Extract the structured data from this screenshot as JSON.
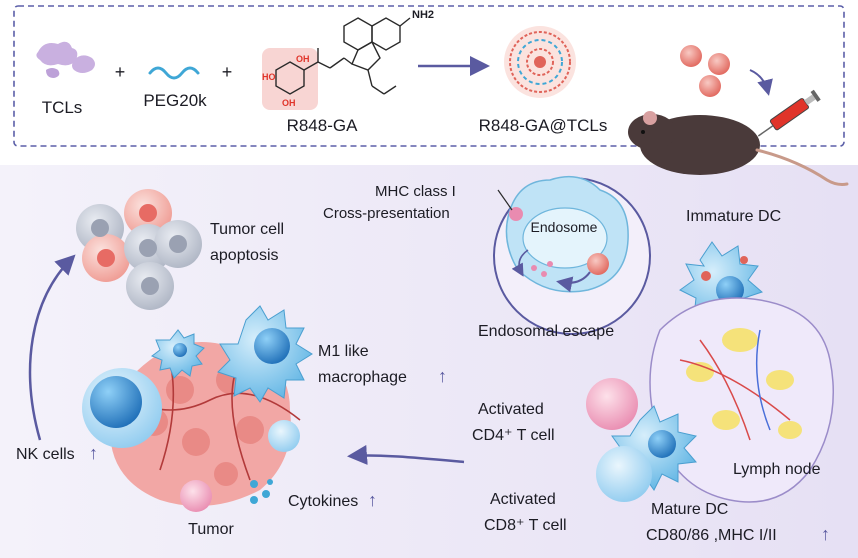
{
  "top_panel": {
    "tcls": "TCLs",
    "plus": "+",
    "peg": "PEG20k",
    "r848ga": "R848-GA",
    "product": "R848-GA@TCLs",
    "nh2": "NH2",
    "oh": "OH",
    "ho": "HO"
  },
  "labels": {
    "mhc_class": "MHC class I",
    "cross_presentation": "Cross-presentation",
    "endosome": "Endosome",
    "endosomal_escape": "Endosomal escape",
    "immature_dc": "Immature DC",
    "tumor_apoptosis_1": "Tumor cell",
    "tumor_apoptosis_2": "apoptosis",
    "m1_1": "M1 like",
    "m1_2": "macrophage",
    "activated_cd4_1": "Activated",
    "activated_cd4_2": "CD4⁺ T cell",
    "nk_cells": "NK cells",
    "cytokines": "Cytokines",
    "tumor": "Tumor",
    "activated_cd8_1": "Activated",
    "activated_cd8_2": "CD8⁺ T cell",
    "lymph_node": "Lymph node",
    "mature_dc": "Mature DC",
    "markers": "CD80/86 ,MHC I/II",
    "up_arrow": "↑"
  },
  "colors": {
    "dashed_border": "#5b5fa8",
    "arrow": "#5a5aa0",
    "tcl_purple": "#c9b0e0",
    "peg_blue": "#3fa7d6",
    "highlight_red": "#e0342a",
    "dc_blue": "#7cc4ea",
    "tumor_pink": "#f2a7a5",
    "bg_lavender": "#ece8f6"
  }
}
